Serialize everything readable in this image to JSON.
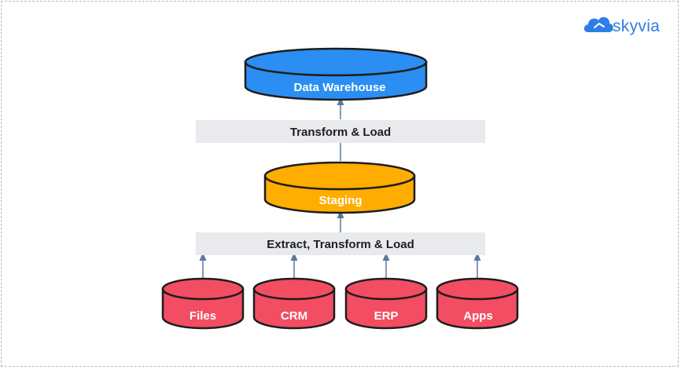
{
  "brand": {
    "name": "skyvia",
    "icon": "cloud-icon",
    "color": "#2e7ee6"
  },
  "nodes": {
    "warehouse": {
      "label": "Data Warehouse",
      "color": "#2a8ef2"
    },
    "staging": {
      "label": "Staging",
      "color": "#ffad00"
    },
    "sources": [
      {
        "label": "Files",
        "color": "#f24d62"
      },
      {
        "label": "CRM",
        "color": "#f24d62"
      },
      {
        "label": "ERP",
        "color": "#f24d62"
      },
      {
        "label": "Apps",
        "color": "#f24d62"
      }
    ]
  },
  "steps": {
    "upper": "Transform & Load",
    "lower": "Extract, Transform & Load"
  },
  "colors": {
    "outline": "#1d1d1d",
    "band": "#e8eaed",
    "arrow": "#5b7a9a"
  }
}
